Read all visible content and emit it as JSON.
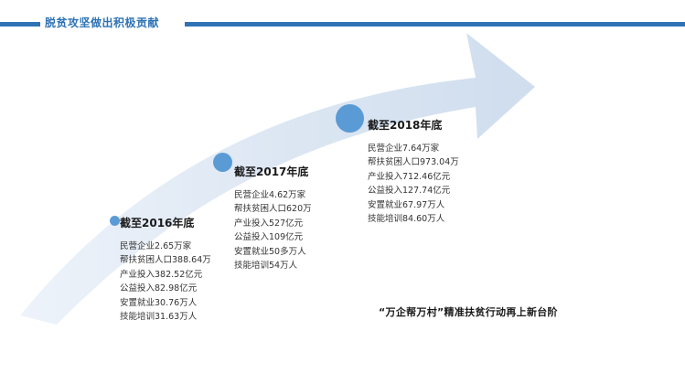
{
  "header": {
    "title": "脱贫攻坚做出积极贡献"
  },
  "milestones": [
    {
      "title": "截至2016年底",
      "items": [
        "民营企业2.65万家",
        "帮扶贫困人口388.64万",
        "产业投入382.52亿元",
        "公益投入82.98亿元",
        "安置就业30.76万人",
        "技能培训31.63万人"
      ]
    },
    {
      "title": "截至2017年底",
      "items": [
        "民营企业4.62万家",
        "帮扶贫困人口620万",
        "产业投入527亿元",
        "公益投入109亿元",
        "安置就业50多万人",
        "技能培训54万人"
      ]
    },
    {
      "title": "截至2018年底",
      "items": [
        "民营企业7.64万家",
        "帮扶贫困人口973.04万",
        "产业投入712.46亿元",
        "公益投入127.74亿元",
        "安置就业67.97万人",
        "技能培训84.60万人"
      ]
    }
  ],
  "tagline": "“万企帮万村”精准扶贫行动再上新台阶",
  "colors": {
    "accent": "#2f73b5",
    "arrow": "#dbe5f1",
    "dot": "#5b9bd5"
  }
}
